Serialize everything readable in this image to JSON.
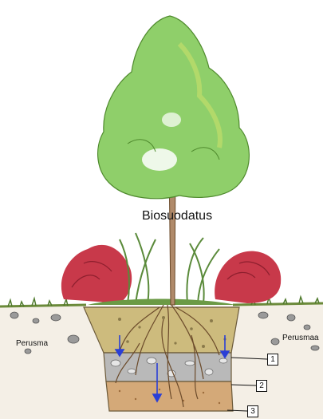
{
  "title": "Biosuodatus",
  "soil_left_label": "Perusma",
  "soil_right_label": "Perusmaa",
  "layers": [
    {
      "number": "1"
    },
    {
      "number": "2"
    },
    {
      "number": "3"
    }
  ],
  "colors": {
    "foliage": "#8fcf6a",
    "shrub": "#c8394a",
    "grass": "#5a8a3a",
    "soil_top": "#cdbb7d",
    "gravel": "#b9b9b9",
    "sand": "#d4a978",
    "arrow": "#2a3fd6"
  }
}
